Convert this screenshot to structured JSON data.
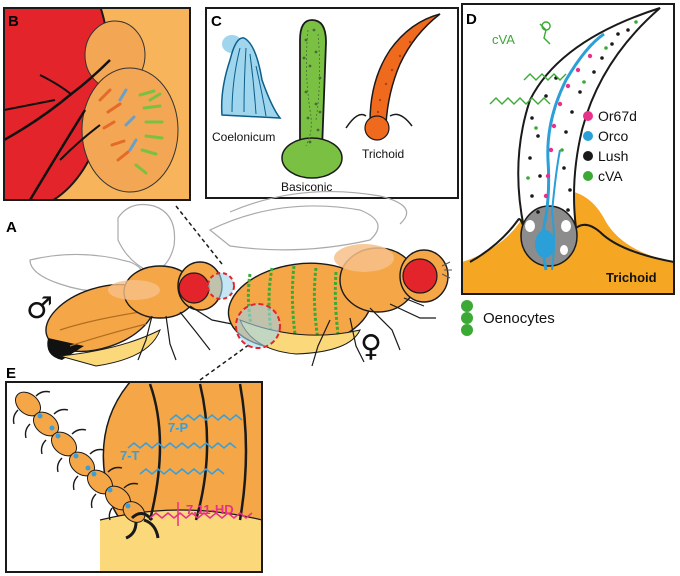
{
  "panels": {
    "a": "A",
    "b": "B",
    "c": "C",
    "d": "D",
    "e": "E"
  },
  "sensilla": {
    "coeloconic": "Coelonicum",
    "basiconic": "Basiconic",
    "trichoid": "Trichoid"
  },
  "panel_d": {
    "pheromone": "cVA",
    "title": "Trichoid",
    "legend": [
      {
        "label": "Or67d",
        "color": "#e8318a"
      },
      {
        "label": "Orco",
        "color": "#2a9fd8"
      },
      {
        "label": "Lush",
        "color": "#1a1a1a"
      },
      {
        "label": "cVA",
        "color": "#3aaa35"
      }
    ]
  },
  "symbols": {
    "male": "♂",
    "female": "♀"
  },
  "oenocytes_label": "Oenocytes",
  "hydrocarbons": {
    "seven_p": "7-P",
    "seven_t": "7-T",
    "seven_eleven_hd": "7,11-HD"
  },
  "colors": {
    "body_orange": "#f0a04a",
    "eye_red": "#e3242b",
    "pale_yellow": "#fbd87a",
    "oenocyte_green": "#3aaa35",
    "sensillum_blue": "#9fd6ee",
    "pheromone_pink": "#e8318a",
    "hydrocarbon_blue": "#3a9fd8"
  }
}
